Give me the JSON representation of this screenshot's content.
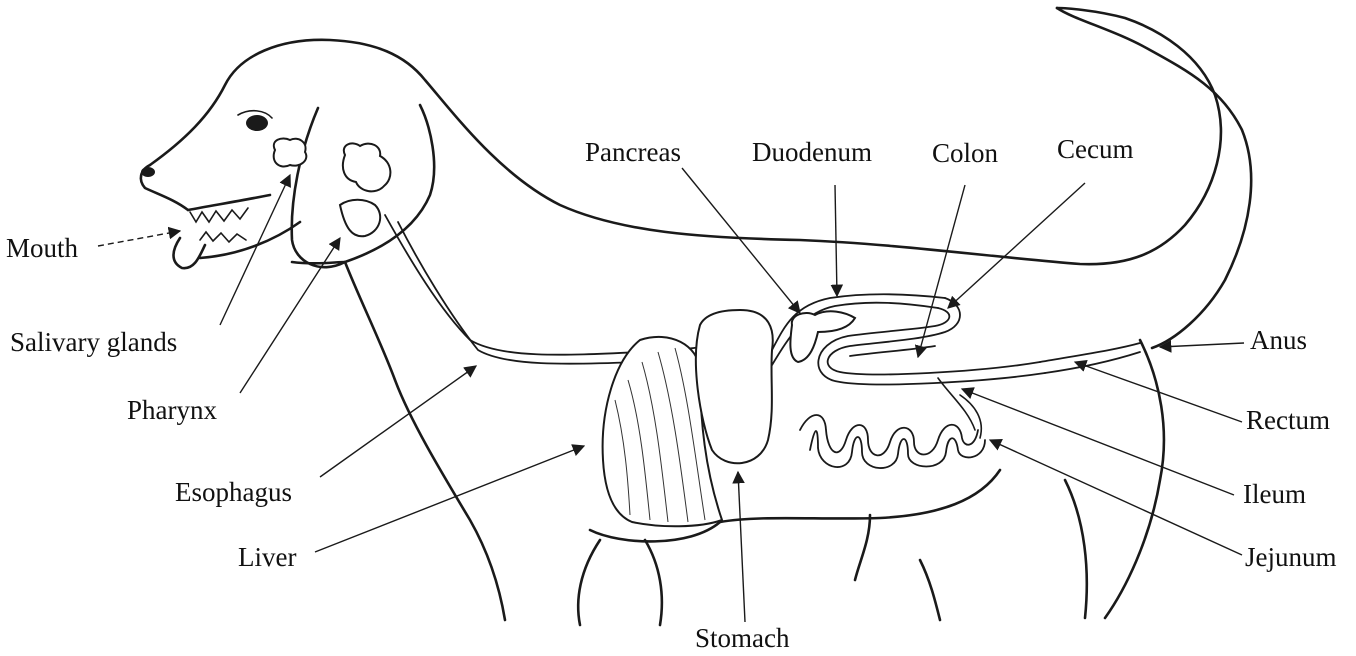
{
  "diagram": {
    "subject": "dog",
    "labels": {
      "mouth": "Mouth",
      "salivary_glands": "Salivary glands",
      "pharynx": "Pharynx",
      "esophagus": "Esophagus",
      "liver": "Liver",
      "stomach": "Stomach",
      "pancreas": "Pancreas",
      "duodenum": "Duodenum",
      "colon": "Colon",
      "cecum": "Cecum",
      "anus": "Anus",
      "rectum": "Rectum",
      "ileum": "Ileum",
      "jejunum": "Jejunum"
    },
    "colors": {
      "ink": "#1a1a1a",
      "background": "#ffffff"
    }
  }
}
